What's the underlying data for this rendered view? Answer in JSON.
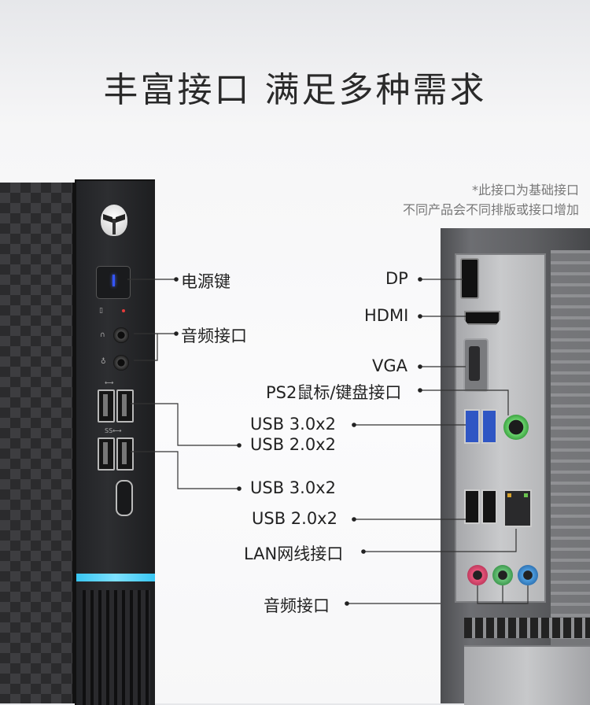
{
  "title": "丰富接口 满足多种需求",
  "note": {
    "line1": "*此接口为基础接口",
    "line2": "不同产品会不同排版或接口增加"
  },
  "front_labels": {
    "power": "电源键",
    "audio": "音频接口",
    "usb_top_a": "USB 2.0x2",
    "usb_top_b": "USB 3.0x2"
  },
  "rear_labels": {
    "dp": "DP",
    "hdmi": "HDMI",
    "vga": "VGA",
    "ps2": "PS2鼠标/键盘接口",
    "usb3": "USB 3.0x2",
    "usb2": "USB 2.0x2",
    "lan": "LAN网线接口",
    "audio": "音频接口"
  },
  "colors": {
    "accent_light": "#38c6f2",
    "power_led": "#3455ff",
    "audio_pink": "#e8557a",
    "audio_green": "#6ac47a",
    "audio_blue": "#4f9fe0",
    "usb3_blue": "#2f56c4"
  },
  "icons": [
    "logo-icon",
    "power-led-icon",
    "headphone-icon",
    "mic-icon",
    "usb-symbol-icon"
  ]
}
